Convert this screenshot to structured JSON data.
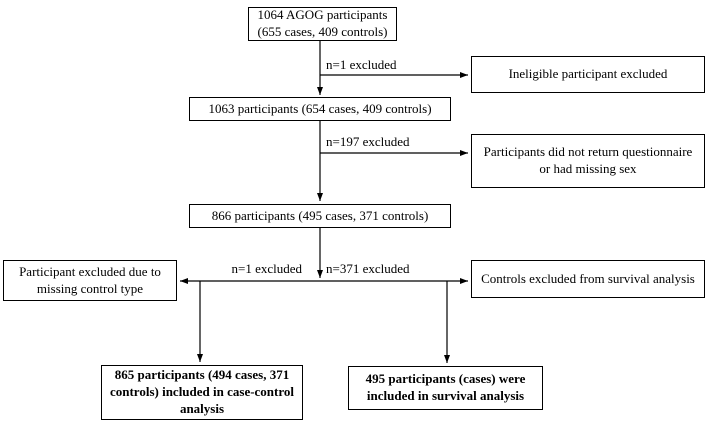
{
  "colors": {
    "box_border": "#000000",
    "box_background": "#ffffff",
    "text": "#000000",
    "arrow": "#000000"
  },
  "boxes": {
    "enrollment": [
      "1064 AGOG participants",
      "(655 cases, 409 controls)"
    ],
    "ineligible": "Ineligible participant excluded",
    "after_ineligible": "1063 participants (654 cases, 409 controls)",
    "no_questionnaire": [
      "Participants did not return questionnaire",
      "or had missing sex"
    ],
    "after_questionnaire": "866 participants (495 cases, 371 controls)",
    "missing_control_type": [
      "Participant excluded due to",
      "missing control type"
    ],
    "controls_excluded": "Controls excluded from survival analysis",
    "case_control_analysis": [
      "865 participants (494 cases, 371",
      "controls) included in case-control",
      "analysis"
    ],
    "survival_analysis": [
      "495 participants (cases) were",
      "included in survival analysis"
    ]
  },
  "edge_labels": {
    "excluded_1a": "n=1 excluded",
    "excluded_197": "n=197 excluded",
    "excluded_1b": "n=1 excluded",
    "excluded_371": "n=371 excluded"
  }
}
